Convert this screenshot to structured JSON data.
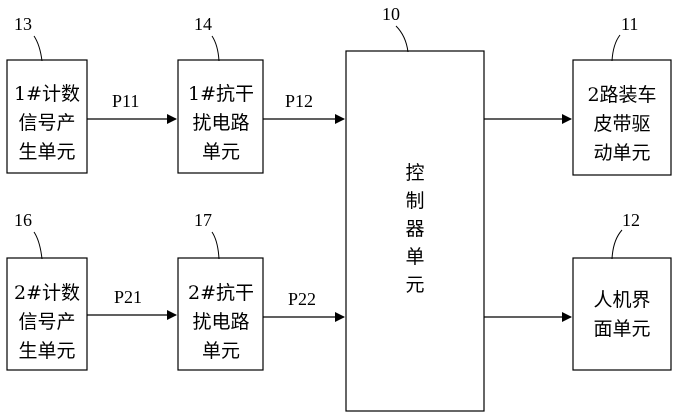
{
  "colors": {
    "stroke": "#000000",
    "background": "#ffffff",
    "text": "#000000"
  },
  "blocks": {
    "b13": {
      "ref": "13",
      "lines": [
        "1#计数",
        "信号产",
        "生单元"
      ]
    },
    "b14": {
      "ref": "14",
      "lines": [
        "1#抗干",
        "扰电路",
        "单元"
      ]
    },
    "b16": {
      "ref": "16",
      "lines": [
        "2#计数",
        "信号产",
        "生单元"
      ]
    },
    "b17": {
      "ref": "17",
      "lines": [
        "2#抗干",
        "扰电路",
        "单元"
      ]
    },
    "b10": {
      "ref": "10",
      "lines": [
        "控",
        "制",
        "器",
        "单",
        "元"
      ]
    },
    "b11": {
      "ref": "11",
      "lines": [
        "2路装车",
        "皮带驱",
        "动单元"
      ]
    },
    "b12": {
      "ref": "12",
      "lines": [
        "人机界",
        "面单元"
      ]
    }
  },
  "signals": {
    "p11": "P11",
    "p12": "P12",
    "p21": "P21",
    "p22": "P22"
  }
}
